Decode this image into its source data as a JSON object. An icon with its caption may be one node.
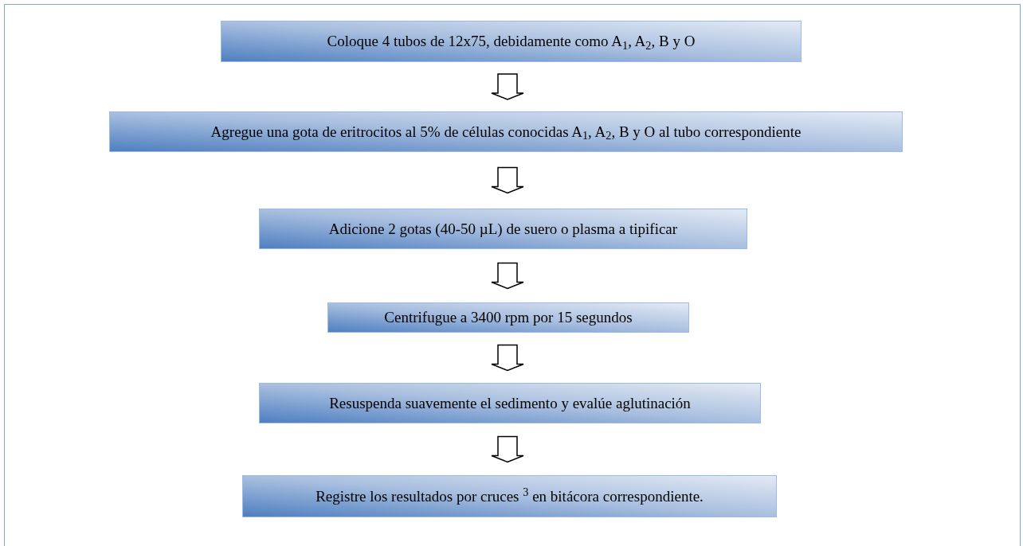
{
  "diagram": {
    "nodes": [
      {
        "text": [
          "Coloque  4 tubos de 12x75, debidamente  como A$_{1}$, A$_{2}$, B y O"
        ]
      },
      {
        "text": [
          "Agregue una gota de eritrocitos al 5% de células conocidas A$_{1}$, A$_{2}$, B y O al tubo correspondiente"
        ]
      },
      {
        "text": [
          "Adicione 2 gotas (40-50 µL) de suero o plasma a tipificar"
        ]
      },
      {
        "text": [
          "Centrifugue a 3400 rpm por 15 segundos"
        ]
      },
      {
        "text": [
          "Resuspenda suavemente el sedimento y evalúe aglutinación"
        ]
      },
      {
        "text": [
          "Registre los resultados por cruces $^{3}$ en bitácora  correspondiente."
        ]
      }
    ],
    "edges": [
      {
        "from": 0,
        "to": 1,
        "arrow": "to"
      },
      {
        "from": 1,
        "to": 2,
        "arrow": "to"
      },
      {
        "from": 2,
        "to": 3,
        "arrow": "to"
      },
      {
        "from": 3,
        "to": 4,
        "arrow": "to"
      },
      {
        "from": 4,
        "to": 5,
        "arrow": "to"
      }
    ]
  }
}
